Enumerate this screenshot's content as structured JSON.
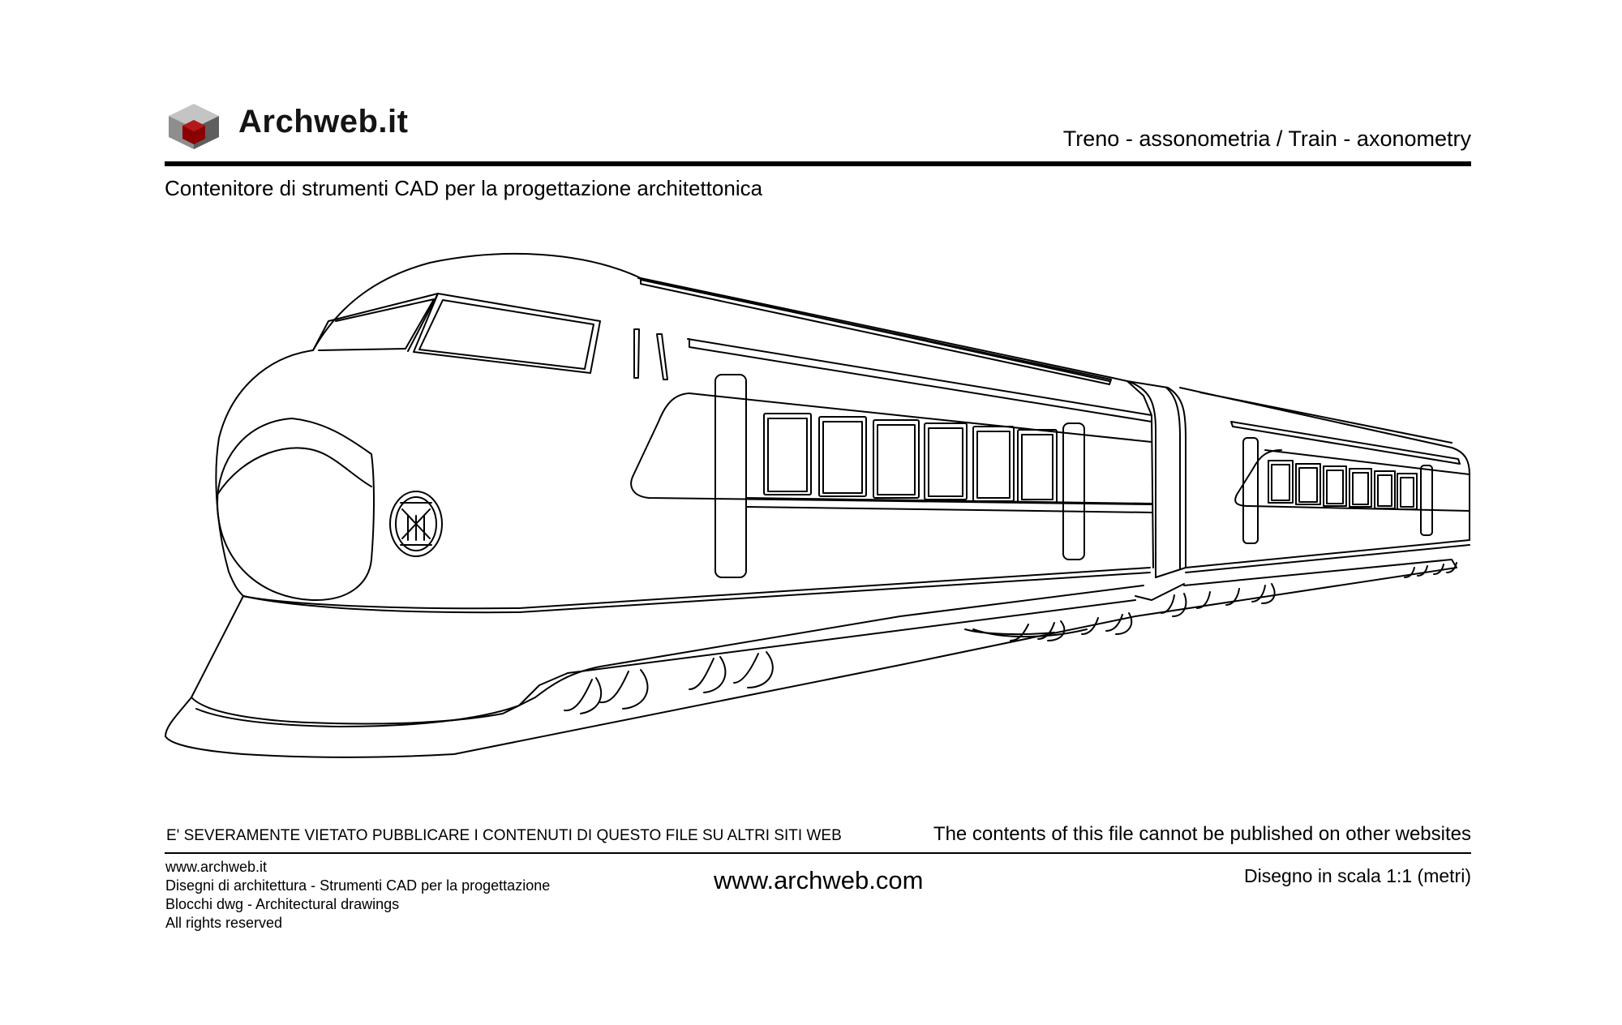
{
  "header": {
    "brand": "Archweb.it",
    "title": "Treno - assonometria  /  Train - axonometry",
    "subtitle": "Contenitore di strumenti CAD per la progettazione architettonica"
  },
  "logo": {
    "icon": "cube-logo-icon",
    "colors": {
      "top": "#bdbdbd",
      "left": "#8c8c8c",
      "right": "#5f5f5f",
      "center": "#8b0000"
    }
  },
  "drawing": {
    "subject": "train-axonometry",
    "line_color": "#000000"
  },
  "notice": {
    "italian": "E' SEVERAMENTE VIETATO PUBBLICARE I CONTENUTI DI QUESTO FILE SU ALTRI SITI WEB",
    "english": "The contents of this file cannot be published on other websites"
  },
  "footer": {
    "lines": [
      "www.archweb.it",
      "Disegni di architettura - Strumenti CAD  per la progettazione",
      "Blocchi dwg - Architectural drawings",
      "All rights reserved"
    ],
    "website": "www.archweb.com",
    "scale": "Disegno in scala 1:1 (metri)"
  }
}
